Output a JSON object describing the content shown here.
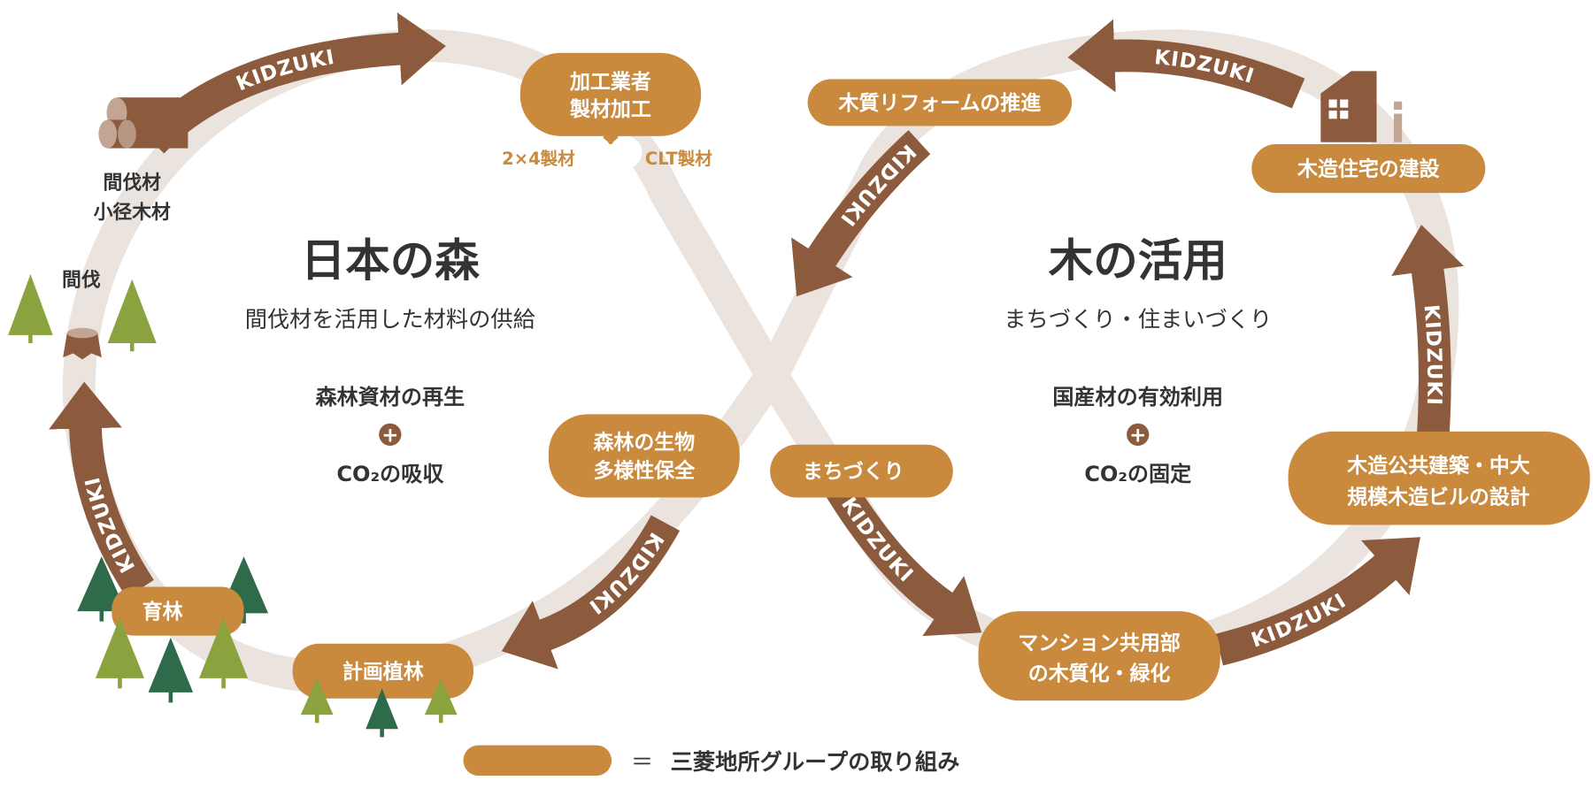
{
  "colors": {
    "box": "#c98a3e",
    "arrow": "#8c5a3c",
    "band": "#ebe3dd",
    "tree_light": "#8aa33e",
    "tree_dark": "#2d6b4a",
    "text": "#333333"
  },
  "arrow_label": "KIDZUKI",
  "left_loop": {
    "title": "日本の森",
    "subtitle": "間伐材を活用した材料の供給",
    "line1": "森林資材の再生",
    "plus": "+",
    "line2": "CO₂の吸収",
    "labels": {
      "thinned_wood_1": "間伐材",
      "thinned_wood_2": "小径木材",
      "thinning": "間伐"
    }
  },
  "right_loop": {
    "title": "木の活用",
    "subtitle": "まちづくり・住まいづくり",
    "line1": "国産材の有効利用",
    "plus": "+",
    "line2": "CO₂の固定"
  },
  "boxes": {
    "processor": [
      "加工業者",
      "製材加工"
    ],
    "processor_outputs": [
      "2×4製材",
      "CLT製材"
    ],
    "reform": "木質リフォームの推進",
    "housing": "木造住宅の建設",
    "biodiversity": [
      "森林の生物",
      "多様性保全"
    ],
    "town": "まちづくり",
    "public_building": [
      "木造公共建築・中大",
      "規模木造ビルの設計"
    ],
    "mansion": [
      "マンション共用部",
      "の木質化・緑化"
    ],
    "nurture": "育林",
    "planting": "計画植林"
  },
  "legend": {
    "equals": "＝",
    "label": "三菱地所グループの取り組み"
  }
}
